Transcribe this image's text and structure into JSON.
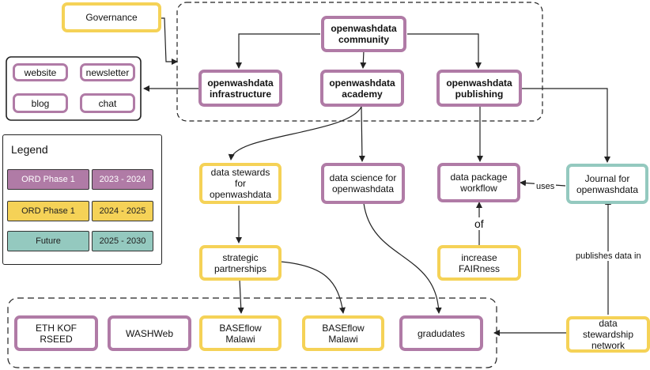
{
  "colors": {
    "phase1_purple": "#b07ba6",
    "phase1_yellow": "#f5d257",
    "future_teal": "#94c9bf",
    "line": "#222222"
  },
  "nodes": {
    "governance": "Governance",
    "community": "openwashdata\ncommunity",
    "infrastructure": "openwashdata\ninfrastructure",
    "academy": "openwashdata\nacademy",
    "publishing": "openwashdata\npublishing",
    "website": "website",
    "newsletter": "newsletter",
    "blog": "blog",
    "chat": "chat",
    "data_stewards": "data stewards for\nopenwashdata",
    "data_science": "data science for\nopenwashdata",
    "data_package_workflow": "data package\nworkflow",
    "journal": "Journal for\nopenwashdata",
    "strategic_partnerships": "strategic\npartnerships",
    "increase_fairness": "increase\nFAIRness",
    "eth_kof": "ETH KOF\nRSEED",
    "washweb": "WASHWeb",
    "baseflow_1": "BASEflow\nMalawi",
    "baseflow_2": "BASEflow\nMalawi",
    "graduates": "gradudates",
    "data_stewardship_network": "data stewardship\nnetwork"
  },
  "edge_labels": {
    "uses": "uses",
    "of": "of",
    "publishes": "publishes data in"
  },
  "legend": {
    "title": "Legend",
    "rows": [
      {
        "label": "ORD Phase 1",
        "years": "2023 - 2024"
      },
      {
        "label": "ORD Phase 1",
        "years": "2024 - 2025"
      },
      {
        "label": "Future",
        "years": "2025 - 2030"
      }
    ]
  }
}
